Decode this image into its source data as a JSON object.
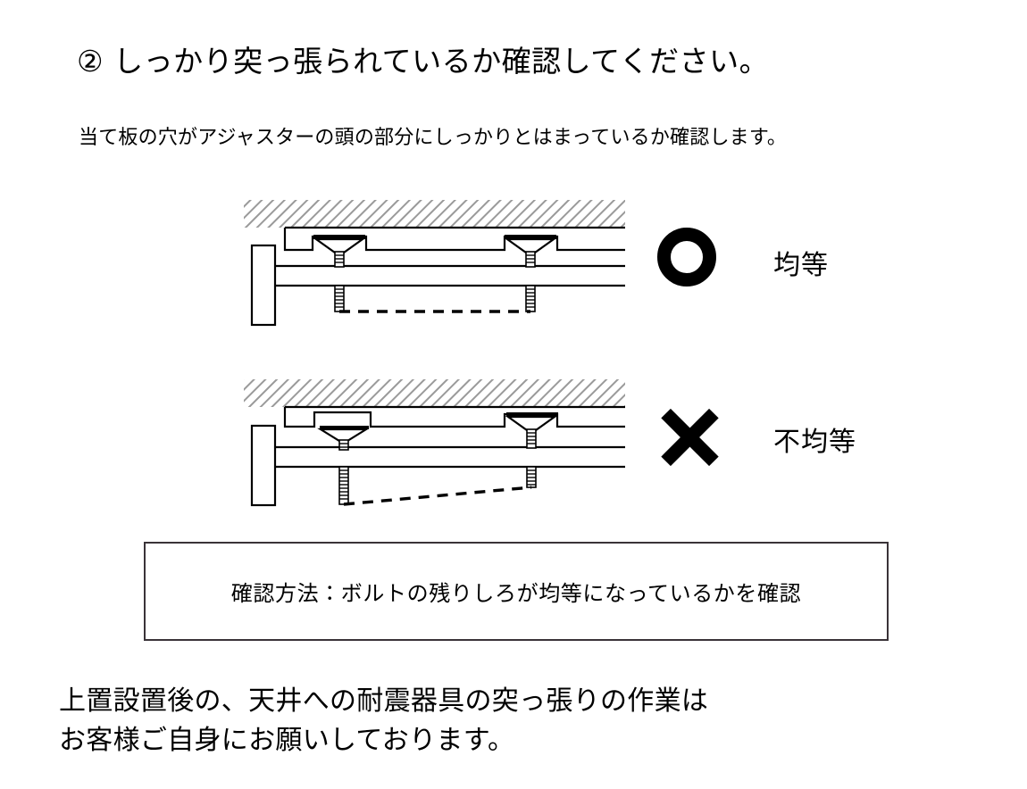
{
  "heading": "② しっかり突っ張られているか確認してください。",
  "subtitle": "当て板の穴がアジャスターの頭の部分にしっかりとはまっているか確認します。",
  "marks": {
    "ok": {
      "icon": "circle-mark",
      "label": "均等"
    },
    "ng": {
      "icon": "cross-mark",
      "label": "不均等"
    }
  },
  "note_box": {
    "text": "確認方法：ボルトの残りしろが均等になっているかを確認"
  },
  "footer_note": {
    "line1": "上置設置後の、天井への耐震器具の突っ張りの作業は",
    "line2": "お客様ご自身にお願いしております。"
  },
  "diagrams": {
    "ok": {
      "name": "even-tension-cross-section",
      "ceiling_hatch": true,
      "adjusters": [
        {
          "position": "left",
          "seated": true,
          "bolt_remaining": "equal"
        },
        {
          "position": "right",
          "seated": true,
          "bolt_remaining": "equal"
        }
      ],
      "reference_line": "horizontal-dashed"
    },
    "ng": {
      "name": "uneven-tension-cross-section",
      "ceiling_hatch": true,
      "adjusters": [
        {
          "position": "left",
          "seated": false,
          "bolt_remaining": "long"
        },
        {
          "position": "right",
          "seated": true,
          "bolt_remaining": "short"
        }
      ],
      "reference_line": "slanted-dashed"
    }
  },
  "colors": {
    "ink": "#000000",
    "box_border": "#3a3338",
    "hatch": "#9a9a9a"
  }
}
